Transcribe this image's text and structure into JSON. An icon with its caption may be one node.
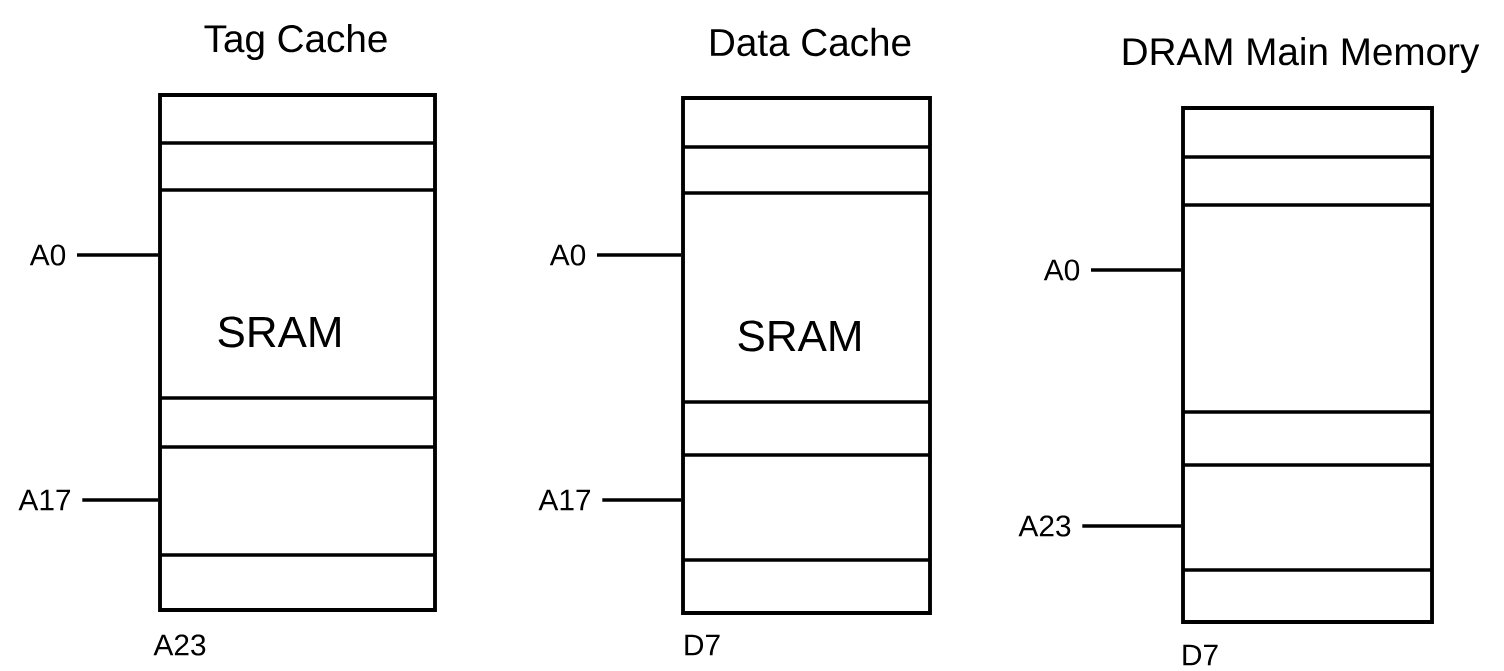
{
  "diagram": {
    "nodes": [
      {
        "text": [
          "Tag Cache",
          "SRAM"
        ],
        "beside": [
          "A23"
        ]
      },
      {
        "text": [
          "Data Cache",
          "SRAM"
        ],
        "beside": [
          "D7"
        ]
      },
      {
        "text": [
          "DRAM Main Memory"
        ],
        "beside": [
          "D7"
        ]
      },
      {
        "text": [
          "A0"
        ]
      },
      {
        "text": [
          "A17"
        ]
      },
      {
        "text": [
          "A0"
        ]
      },
      {
        "text": [
          "A17"
        ]
      },
      {
        "text": [
          "A0"
        ]
      },
      {
        "text": [
          "A23"
        ]
      }
    ],
    "edges": [
      {
        "from": 3,
        "to": 0,
        "arrow": "none"
      },
      {
        "from": 4,
        "to": 0,
        "arrow": "none"
      },
      {
        "from": 5,
        "to": 1,
        "arrow": "none"
      },
      {
        "from": 6,
        "to": 1,
        "arrow": "none"
      },
      {
        "from": 7,
        "to": 2,
        "arrow": "none"
      },
      {
        "from": 8,
        "to": 2,
        "arrow": "none"
      }
    ]
  }
}
